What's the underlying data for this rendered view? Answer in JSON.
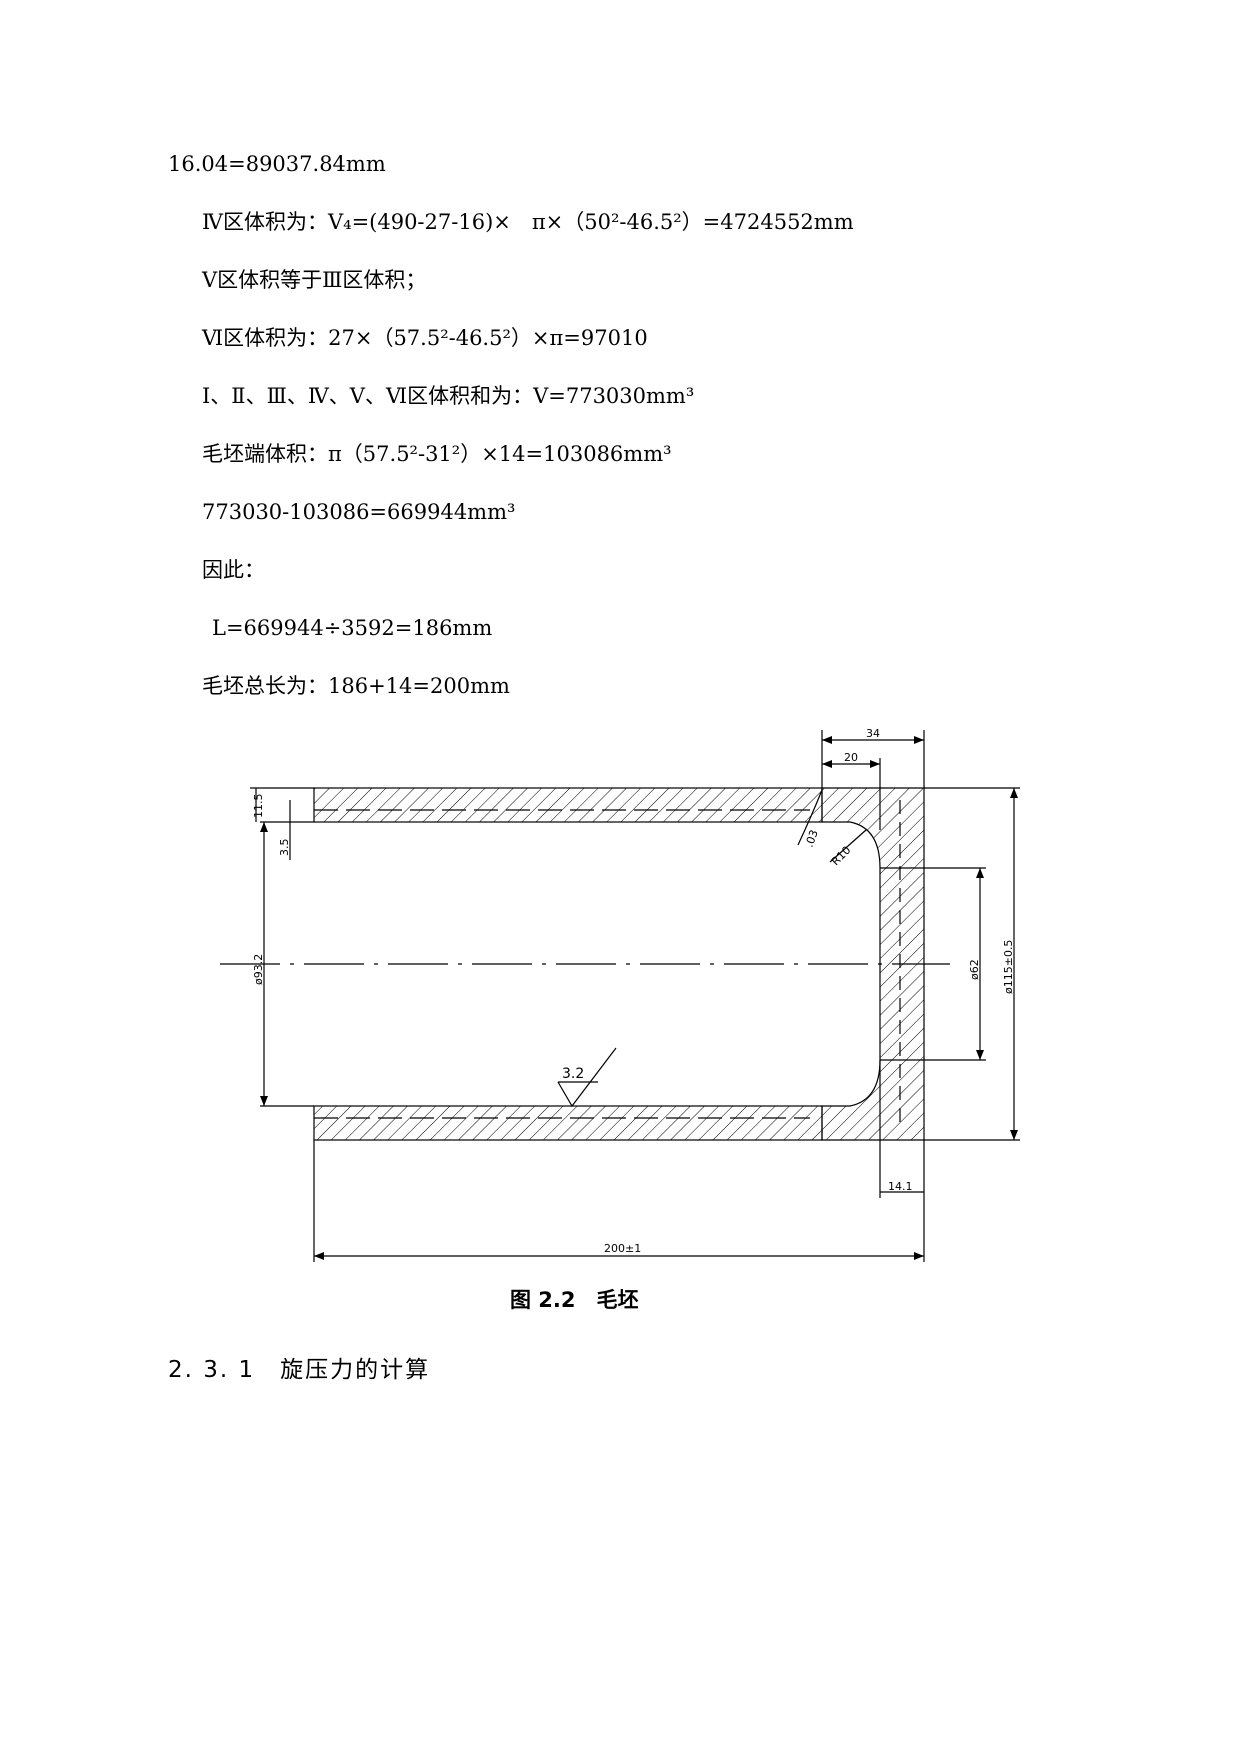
{
  "text_lines": [
    {
      "text": "16.04=89037.84mm"
    },
    {
      "text": "Ⅳ区体积为：V₄=(490-27-16)×　π×（50²-46.5²）=4724552mm"
    },
    {
      "text": "Ⅴ区体积等于Ⅲ区体积；"
    },
    {
      "text": "Ⅵ区体积为：27×（57.5²-46.5²）×π=97010"
    },
    {
      "text": "Ⅰ、Ⅱ、Ⅲ、Ⅳ、Ⅴ、Ⅵ区体积和为：V=773030mm³"
    },
    {
      "text": "毛坯端体积：π（57.5²-31²）×14=103086mm³"
    },
    {
      "text": "773030-103086=669944mm³"
    },
    {
      "text": "因此："
    },
    {
      "text": "L=669944÷3592=186mm"
    },
    {
      "text": "毛坯总长为：186+14=200mm"
    }
  ],
  "drawing": {
    "dims": {
      "top_34": "34",
      "top_20": "20",
      "left_11": "11.5",
      "left_35": "3.5",
      "inner_dia": "ø93.2",
      "chamfer": ".03",
      "radius": "R10",
      "roughness": "3.2",
      "bore": "ø62",
      "outer_dia": "ø115±0.5",
      "flange": "14.1",
      "length": "200±1"
    }
  },
  "caption": "图 2.2　毛坯",
  "section_heading": "2. 3. 1　旋压力的计算"
}
